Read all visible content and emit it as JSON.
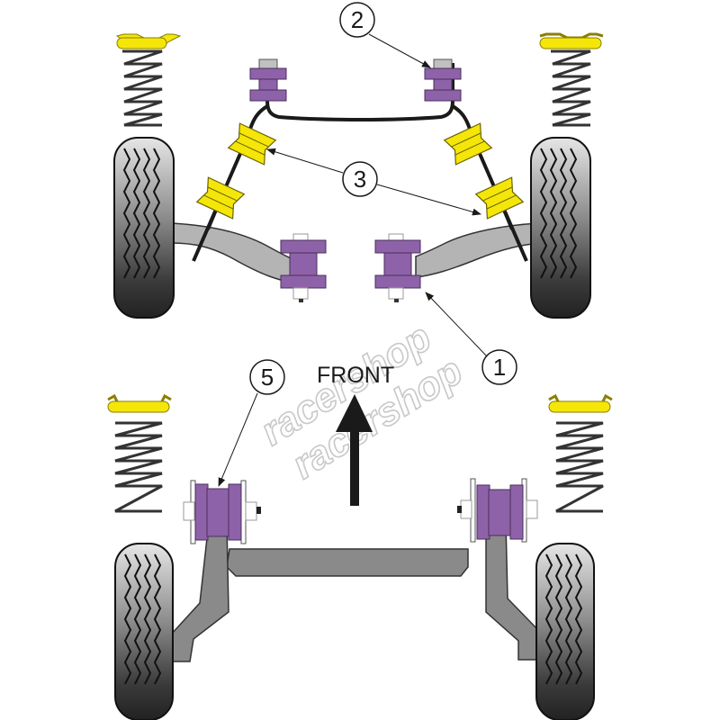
{
  "diagram": {
    "title": "Suspension bushing location diagram",
    "front_label": "FRONT",
    "watermark": [
      "racershop",
      "racershop"
    ],
    "callouts": [
      {
        "id": "1",
        "label": "1",
        "target": "rear anti-roll bar / axle mount bush (right)"
      },
      {
        "id": "2",
        "label": "2",
        "target": "anti-roll bar drop link bush"
      },
      {
        "id": "3",
        "label": "3",
        "target": "anti-roll bar bushes (yellow)"
      },
      {
        "id": "5",
        "label": "5",
        "target": "front axle mounting bush"
      }
    ],
    "colors": {
      "bush_purple": "#8e62a8",
      "bush_yellow": "#f5e60a",
      "beam_grey": "#8a8a8a",
      "arm_grey": "#b4b4b4",
      "tyre_dark": "#2b2b2b",
      "outline": "#1a1a1a",
      "watermark_grey": "#c8c8c8"
    }
  }
}
